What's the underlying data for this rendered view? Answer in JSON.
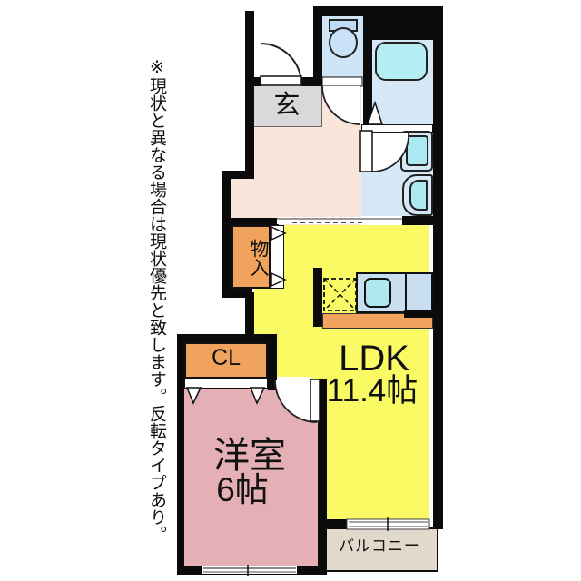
{
  "notice": {
    "text": "※現状と異なる場合は現状優先と致します。反転タイプあり。"
  },
  "floorplan": {
    "rooms": {
      "genkan": {
        "label": "玄"
      },
      "storage": {
        "label": "物入"
      },
      "closet": {
        "label": "CL"
      },
      "ldk": {
        "label": "LDK",
        "size": "11.4帖"
      },
      "western_room": {
        "label": "洋室",
        "size": "6帖"
      },
      "balcony": {
        "label": "バルコニー"
      }
    },
    "colors": {
      "ldk_yellow": "#FAFA64",
      "western_pink": "#E4AFB5",
      "hall_peach": "#FAE5DA",
      "storage_orange": "#F0A35C",
      "genkan_gray": "#D9D9D9",
      "wet_area_blue": "#D6E7F6",
      "fixture_cyan": "#ABE8F2",
      "balcony_beige": "#E1D9CB",
      "wall_black": "#0B0B0B"
    }
  }
}
